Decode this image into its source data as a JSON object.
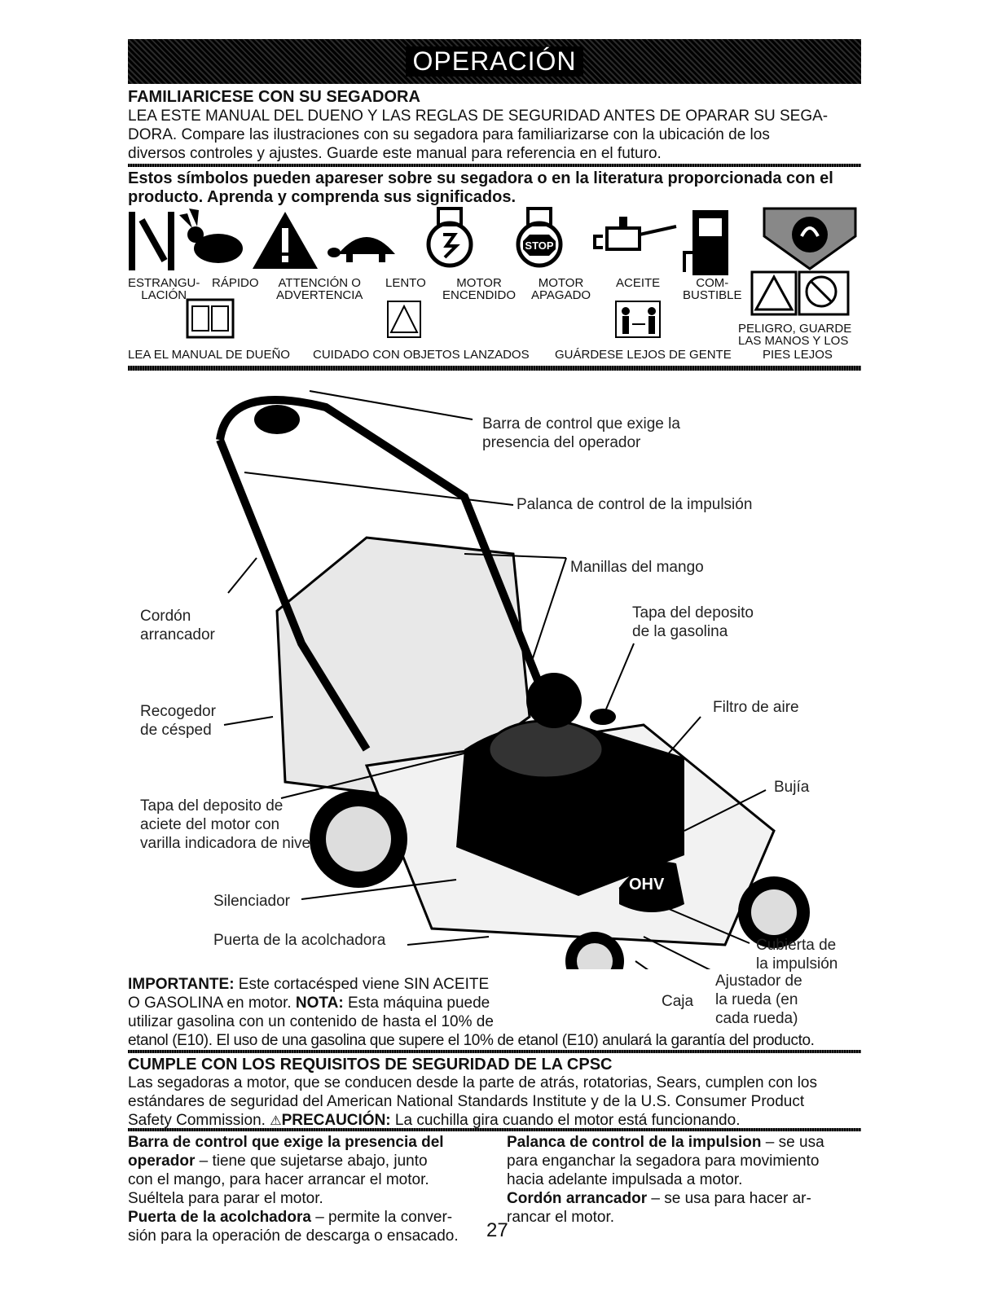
{
  "header": {
    "title": "OPERACIÓN"
  },
  "intro": {
    "heading": "FAMILIARICESE CON SU SEGADORA",
    "line1": "LEA ESTE MANUAL DEL DUENO Y LAS REGLAS DE SEGURIDAD ANTES DE OPARAR SU SEGA-",
    "line2": "DORA.  Compare las ilustraciones con su segadora para familiarizarse con la ubicación de los",
    "line3": "diversos controles y ajustes.  Guarde este manual para referencia en el futuro."
  },
  "symbols": {
    "heading1": "Estos símbolos pueden apareser sobre su segadora o en la literatura proporcionada con el",
    "heading2": "producto.  Aprenda y comprenda sus significados.",
    "choke1": "ESTRANGU-",
    "choke2": "LACIÓN",
    "fast": "RÁPIDO",
    "warning1": "ATTENCIÓN O",
    "warning2": "ADVERTENCIA",
    "slow": "LENTO",
    "engine_on1": "MOTOR",
    "engine_on2": "ENCENDIDO",
    "engine_off1": "MOTOR",
    "engine_off2": "APAGADO",
    "stop_text": "STOP",
    "oil": "ACEITE",
    "fuel1": "COM-",
    "fuel2": "BUSTIBLE",
    "danger1": "PELIGRO, GUARDE",
    "danger2": "LAS MANOS Y LOS",
    "read_manual": "LEA EL MANUAL DE DUEÑO",
    "thrown_objects": "CUIDADO CON OBJETOS LANZADOS",
    "keep_away": "GUÁRDESE LEJOS DE GENTE",
    "feet": "PIES LEJOS"
  },
  "callouts": {
    "control_bar1": "Barra de control que exige la",
    "control_bar2": "presencia del operador",
    "drive_lever": "Palanca de control de la impulsión",
    "handle_knobs": "Manillas del mango",
    "fuel_cap1": "Tapa del deposito",
    "fuel_cap2": "de la gasolina",
    "starter1": "Cordón",
    "starter2": "arrancador",
    "catcher1": "Recogedor",
    "catcher2": "de césped",
    "air_filter": "Filtro de aire",
    "spark_plug": "Bujía",
    "oil_cap1": "Tapa del deposito de",
    "oil_cap2": "aciete del motor con",
    "oil_cap3": "varilla indicadora de nive",
    "muffler": "Silenciador",
    "mulch_door": "Puerta de la acolchadora",
    "drive_cover1": "Cubierta de",
    "drive_cover2": "la impulsión",
    "wheel_adj1": "Ajustador de",
    "wheel_adj2": "la rueda (en",
    "wheel_adj3": "cada rueda)",
    "housing": "Caja",
    "ohv": "OHV"
  },
  "important": {
    "label": "IMPORTANTE:",
    "line1": " Este cortacésped viene SIN ACEITE",
    "line2a": "O GASOLINA en motor.  ",
    "nota": "NOTA:",
    "line2b": " Esta máquina puede",
    "line3": "utilizar gasolina con un contenido de hasta el 10% de",
    "line4": "etanol (E10).  El uso de una gasolina que supere el 10% de etanol (E10) anulará la garantía del producto."
  },
  "cpsc": {
    "heading": "CUMPLE CON LOS REQUISITOS DE SEGURIDAD DE LA CPSC",
    "line1": "Las segadoras a motor, que se conducen desde la parte de atrás, rotatorias, Sears, cumplen con los",
    "line2": "estándares de seguridad del American National Standards Institute y de la U.S. Consumer Product",
    "line3a": "Safety Commission.  ",
    "caution": "PRECAUCIÓN:",
    "line3b": " La cuchilla gira cuando el motor está funcionando."
  },
  "definitions": {
    "left": {
      "term1a": "Barra de control que exige la presencia del",
      "term1b": "operador",
      "def1a": " – tiene que sujetarse abajo, junto",
      "def1b": "con el mango, para hacer arrancar el motor.",
      "def1c": "Suéltela para parar el motor.",
      "term2": "Puerta de la acolchadora",
      "def2a": " – permite la conver-",
      "def2b": "sión para la operación de descarga o ensacado."
    },
    "right": {
      "term1": "Palanca de control de la impulsion",
      "def1a": " – se usa",
      "def1b": "para enganchar la segadora para movimiento",
      "def1c": "hacia adelante impulsada a motor.",
      "term2": "Cordón arrancador",
      "def2a": " – se usa para hacer ar-",
      "def2b": "rancar el motor."
    }
  },
  "page_number": "27"
}
